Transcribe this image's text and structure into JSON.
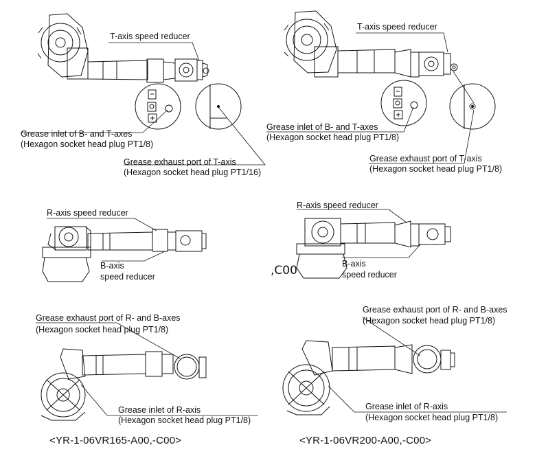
{
  "labels": {
    "tl_t_axis_reducer": "T-axis speed reducer",
    "tl_grease_inlet_bt_1": "Grease inlet of B- and T-axes",
    "tl_grease_inlet_bt_2": "(Hexagon socket head plug PT1/8)",
    "tl_exhaust_t_1": "Grease exhaust port of T-axis",
    "tl_exhaust_t_2": "(Hexagon socket head plug PT1/16)",
    "tr_t_axis_reducer": "T-axis speed reducer",
    "tr_grease_inlet_bt_1": "Grease inlet of B- and T-axes",
    "tr_grease_inlet_bt_2": "(Hexagon socket head plug PT1/8)",
    "tr_exhaust_t_1": "Grease exhaust port of T-axis",
    "tr_exhaust_t_2": "(Hexagon socket head plug PT1/8)",
    "ml_r_axis_reducer": "R-axis speed reducer",
    "ml_b_axis_1": "B-axis",
    "ml_b_axis_2": "speed reducer",
    "mr_r_axis_reducer": "R-axis speed reducer",
    "mr_b_axis_1": "B-axis",
    "mr_b_axis_2": "speed reducer",
    "stray_text": ",C00",
    "bl_exhaust_rb_1": "Grease exhaust port of R- and B-axes",
    "bl_exhaust_rb_2": "(Hexagon socket head plug PT1/8)",
    "bl_inlet_r_1": "Grease inlet of R-axis",
    "bl_inlet_r_2": "(Hexagon socket head plug PT1/8)",
    "br_exhaust_rb_1": "Grease exhaust port of R- and B-axes",
    "br_exhaust_rb_2": "(Hexagon socket head plug PT1/8)",
    "br_inlet_r_1": "Grease inlet of R-axis",
    "br_inlet_r_2": "(Hexagon socket head plug PT1/8)"
  },
  "captions": {
    "left": "<YR-1-06VR165-A00,-C00>",
    "right": "<YR-1-06VR200-A00,-C00>"
  }
}
